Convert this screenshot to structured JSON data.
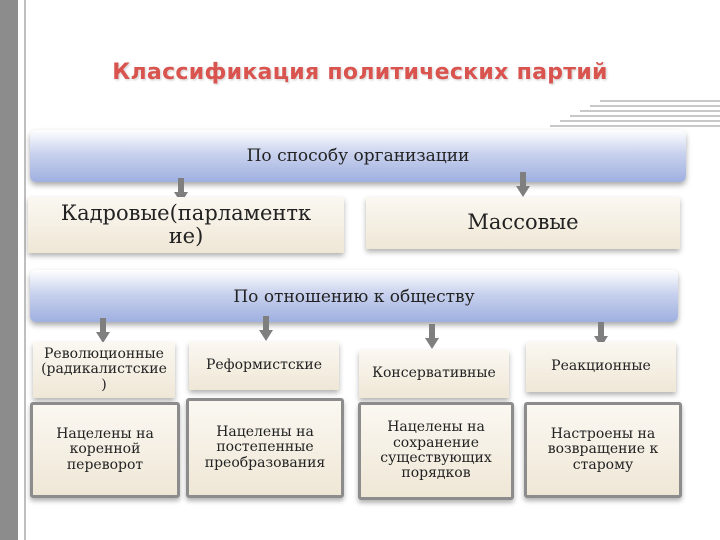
{
  "title": "Классификация политических партий",
  "by_organization": {
    "label": "По способу организации",
    "types": [
      "Кадровые(парламентк ие)",
      "Массовые"
    ]
  },
  "by_society": {
    "label": "По отношению к обществу",
    "types": [
      "Революционные (радикалистские )",
      "Реформистские",
      "Консервативные",
      "Реакционные"
    ],
    "goals": [
      "Нацелены на коренной переворот",
      "Нацелены на постепенные преобразования",
      "Нацелены на сохранение существующих порядков",
      "Настроены на возвращение к старому"
    ]
  },
  "colors": {
    "title": "#d9534f",
    "bar": "#aebce6",
    "box": "#f3ecde",
    "arrow": "#7f7f7f"
  }
}
